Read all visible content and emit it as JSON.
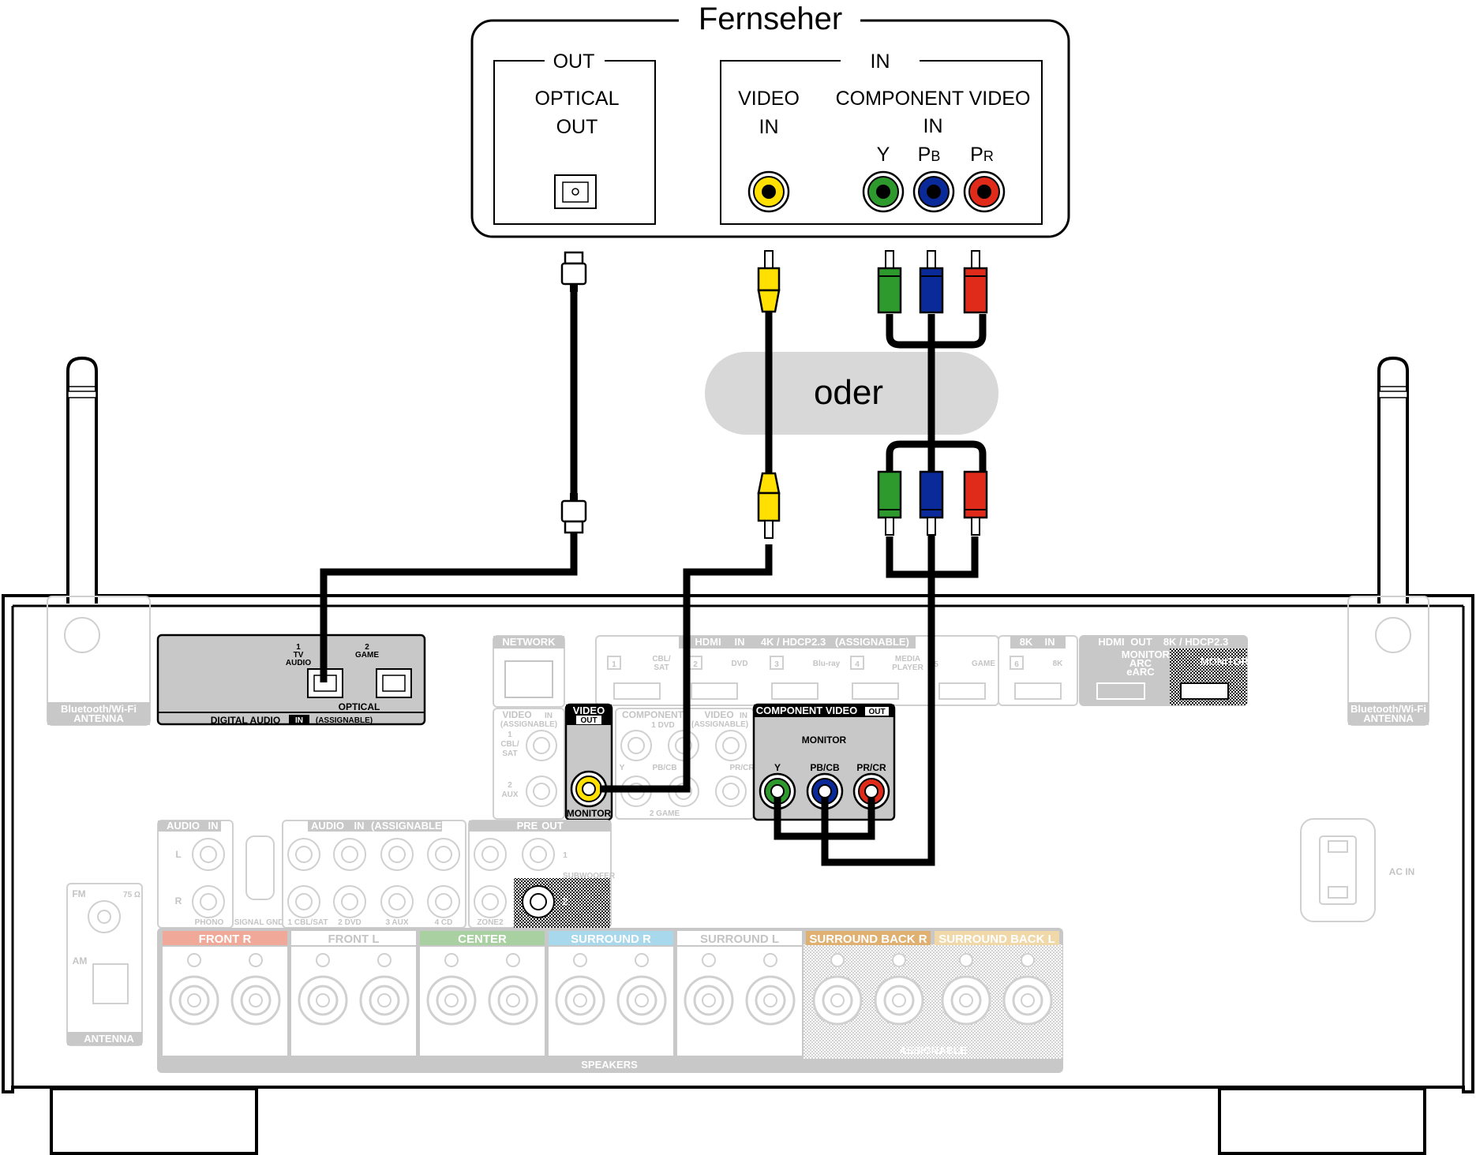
{
  "tv": {
    "title": "Fernseher",
    "out_label": "OUT",
    "optical_out": [
      "OPTICAL",
      "OUT"
    ],
    "in_label": "IN",
    "video_in": [
      "VIDEO",
      "IN"
    ],
    "component_in": [
      "COMPONENT VIDEO",
      "IN"
    ],
    "y": "Y",
    "pb_main": "P",
    "pb_sub": "B",
    "pr_main": "P",
    "pr_sub": "R"
  },
  "oder": "oder",
  "receiver": {
    "antenna_left": [
      "Bluetooth/Wi-Fi",
      "ANTENNA"
    ],
    "antenna_right": [
      "Bluetooth/Wi-Fi",
      "ANTENNA"
    ],
    "digital_audio": {
      "title": "DIGITAL AUDIO",
      "in_badge": "IN",
      "assignable": "(ASSIGNABLE)",
      "optical": "OPTICAL",
      "port1": [
        "1",
        "TV",
        "AUDIO"
      ],
      "port2": [
        "2",
        "GAME"
      ]
    },
    "network": "NETWORK",
    "hdmi_in": {
      "title": "HDMI",
      "badge": "IN",
      "spec": "4K / HDCP2.3",
      "assignable": "(ASSIGNABLE)",
      "ports": [
        {
          "num": "1",
          "label": [
            "CBL/",
            "SAT"
          ]
        },
        {
          "num": "2",
          "label": [
            "DVD"
          ]
        },
        {
          "num": "3",
          "label": [
            "Blu-ray"
          ]
        },
        {
          "num": "4",
          "label": [
            "MEDIA",
            "PLAYER"
          ]
        },
        {
          "num": "5",
          "label": [
            "GAME"
          ]
        }
      ],
      "k8_title": "8K",
      "k8_badge": "IN",
      "k8_port": {
        "num": "6",
        "label": [
          "8K"
        ]
      }
    },
    "hdmi_out": {
      "title": "HDMI",
      "badge": "OUT",
      "spec": "8K / HDCP2.3",
      "monitor1": [
        "MONITOR1",
        "ARC",
        "eARC"
      ],
      "monitor2": "MONITOR2"
    },
    "video_in_faint": {
      "title": "VIDEO",
      "badge": "IN",
      "assignable": "(ASSIGNABLE)",
      "port1": [
        "1",
        "CBL/",
        "SAT"
      ],
      "port2": [
        "2",
        "AUX"
      ]
    },
    "video_out": {
      "title": "VIDEO",
      "badge": "OUT",
      "monitor": "MONITOR"
    },
    "component_in_faint": {
      "title": "COMPONENT",
      "sub1": "1 DVD",
      "sub2": "2 GAME",
      "y": "Y",
      "pb": "PB/CB",
      "pr": "PR/CR"
    },
    "video_in2_faint": {
      "title": "VIDEO",
      "badge": "IN",
      "assignable": "(ASSIGNABLE)"
    },
    "component_out": {
      "title": "COMPONENT VIDEO",
      "badge": "OUT",
      "monitor": "MONITOR",
      "y": "Y",
      "pb": "PB/CB",
      "pr": "PR/CR"
    },
    "audio_in": {
      "title": "AUDIO",
      "badge": "IN",
      "l": "L",
      "r": "R",
      "phono": "PHONO",
      "signal_gnd": "SIGNAL GND"
    },
    "audio_in2": {
      "title": "AUDIO",
      "badge": "IN",
      "assignable": "(ASSIGNABLE)",
      "labels": [
        "1 CBL/SAT",
        "2 DVD",
        "3 AUX",
        "4 CD"
      ]
    },
    "pre_out": {
      "title": "PRE",
      "badge": "OUT",
      "zone2": "ZONE2",
      "subwoofer": "SUBWOOFER",
      "n1": "1",
      "n2": "2"
    },
    "fm_am": {
      "fm": "FM",
      "ohm": "75 Ω",
      "am": "AM",
      "antenna": "ANTENNA"
    },
    "ac_in": "AC IN",
    "speakers": {
      "title": "SPEAKERS",
      "assignable": "ASSIGNABLE",
      "groups": [
        "FRONT R",
        "FRONT L",
        "CENTER",
        "SURROUND R",
        "SURROUND L",
        "SURROUND BACK R",
        "SURROUND BACK L"
      ],
      "colors": [
        "#f0a898",
        "#ffffff",
        "#a8d0a0",
        "#a8d8ec",
        "#ffffff",
        "#e0b070",
        "#f0d8a8"
      ]
    }
  },
  "colors": {
    "y_green": "#2e9a2e",
    "pb_blue": "#0a2a9a",
    "pr_red": "#e02a1a",
    "video_yellow": "#ffe000",
    "oder_bg": "#d8d8d8"
  }
}
